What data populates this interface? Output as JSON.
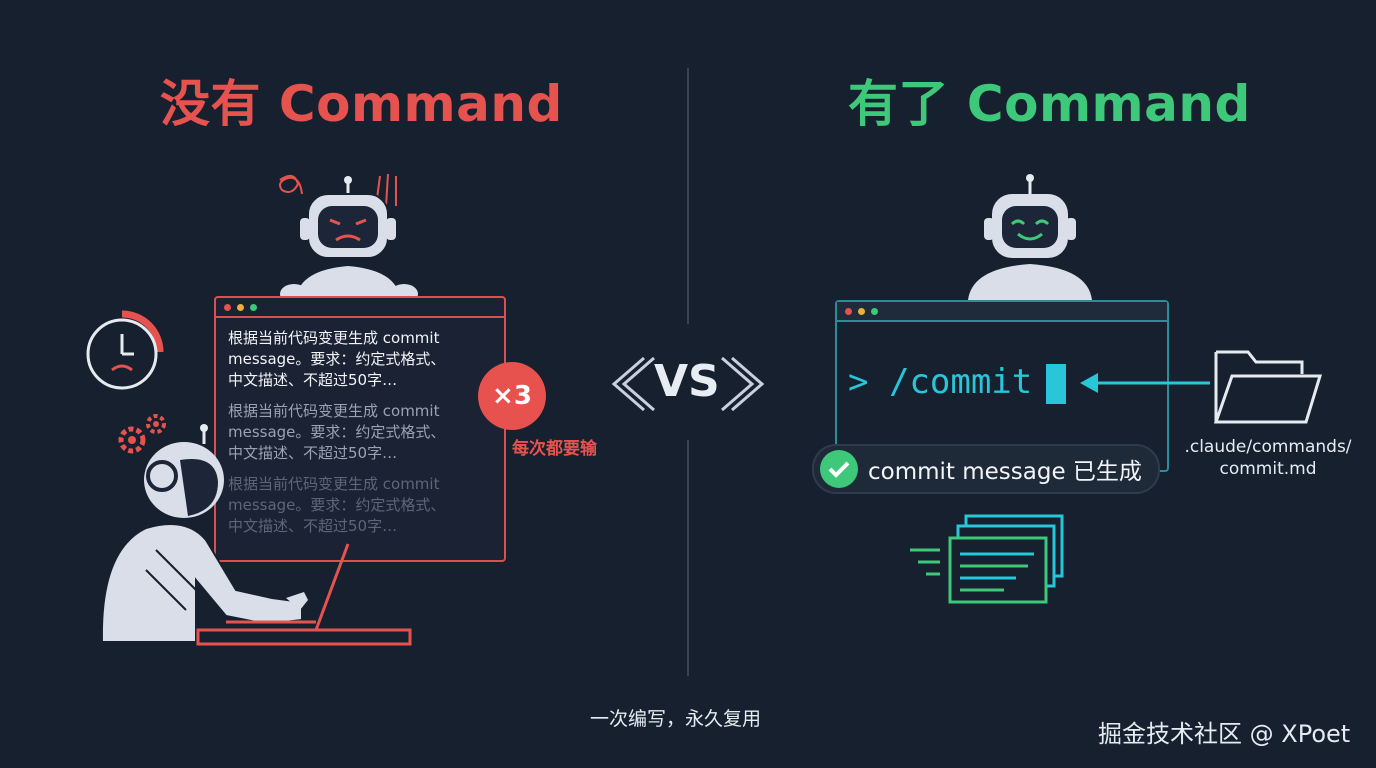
{
  "left": {
    "title": "没有 Command",
    "prompt_lines": "根据当前代码变更生成 commit\nmessage。要求：约定式格式、\n中文描述、不超过50字…",
    "repeat_badge": "×3",
    "repeat_caption": "每次都要输"
  },
  "right": {
    "title": "有了 Command",
    "command": "> /commit",
    "status": "commit message 已生成",
    "folder_path_line1": ".claude/commands/",
    "folder_path_line2": "commit.md"
  },
  "center": {
    "vs": "VS"
  },
  "footer": {
    "slogan": "一次编写，永久复用",
    "watermark": "掘金技术社区 @ XPoet"
  },
  "colors": {
    "background": "#17202f",
    "negative": "#e6534f",
    "positive": "#3ec97a",
    "accent_cyan": "#27c6d8"
  }
}
